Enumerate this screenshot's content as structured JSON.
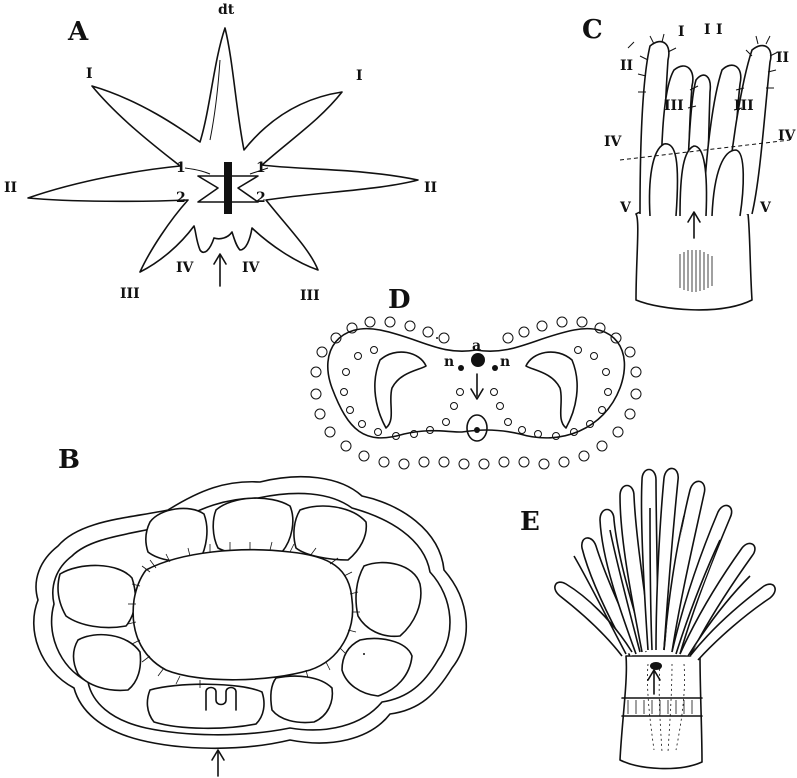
{
  "panels": {
    "A": {
      "label": "A",
      "labels": {
        "dt": "dt",
        "I_left": "I",
        "I_right": "I",
        "II_left": "II",
        "II_right": "II",
        "III_left": "III",
        "III_right": "III",
        "IV_left": "IV",
        "IV_right": "IV",
        "one_left": "1",
        "one_right": "1",
        "two_left": "2",
        "two_right": "2"
      }
    },
    "B": {
      "label": "B"
    },
    "C": {
      "label": "C",
      "labels": {
        "I_a": "I",
        "I_b": "I",
        "I_c": "I",
        "II_left": "II",
        "II_right": "II",
        "III_left": "III",
        "III_right": "III",
        "IV_left": "IV",
        "IV_right": "IV",
        "V_left": "V",
        "V_right": "V"
      }
    },
    "D": {
      "label": "D",
      "labels": {
        "a": "a",
        "n_left": "n",
        "n_right": "n"
      }
    },
    "E": {
      "label": "E"
    }
  },
  "colors": {
    "ink": "#111111",
    "paper": "#ffffff"
  }
}
